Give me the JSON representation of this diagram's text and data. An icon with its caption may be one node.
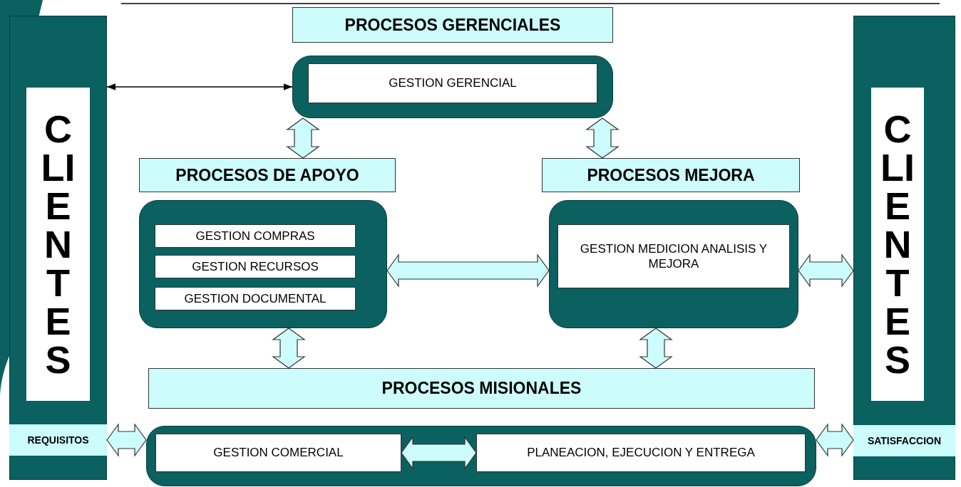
{
  "diagram": {
    "nodes": [
      {
        "text": [],
        "shape": "box"
      },
      {
        "text": [
          "CLIENTES"
        ],
        "in": 0
      },
      {
        "text": [
          "REQUISITOS"
        ],
        "in": 0
      },
      {
        "text": [
          "PROCESOS GERENCIALES"
        ]
      },
      {
        "text": [],
        "shape": "box"
      },
      {
        "text": [
          "GESTION GERENCIAL"
        ],
        "in": 4
      },
      {
        "text": [
          "PROCESOS DE APOYO"
        ]
      },
      {
        "text": [],
        "shape": "box"
      },
      {
        "text": [
          "GESTION COMPRAS"
        ],
        "in": 7
      },
      {
        "text": [
          "GESTION RECURSOS"
        ],
        "in": 7
      },
      {
        "text": [
          "GESTION DOCUMENTAL"
        ],
        "in": 7
      },
      {
        "text": [
          "PROCESOS MEJORA"
        ]
      },
      {
        "text": [],
        "shape": "box"
      },
      {
        "text": [
          "GESTION MEDICION ANALISIS Y MEJORA"
        ],
        "in": 12
      },
      {
        "text": [
          "PROCESOS MISIONALES"
        ]
      },
      {
        "text": [],
        "shape": "box"
      },
      {
        "text": [
          "GESTION COMERCIAL"
        ],
        "in": 15
      },
      {
        "text": [
          "PLANEACION, EJECUCION Y ENTREGA"
        ],
        "in": 15
      },
      {
        "text": [],
        "shape": "box"
      },
      {
        "text": [
          "CLIENTES"
        ],
        "in": 18
      },
      {
        "text": [
          "SATISFACCION"
        ],
        "in": 18
      }
    ],
    "edges": [
      {
        "from": 0,
        "to": 4,
        "arrow": "both"
      },
      {
        "from": 4,
        "to": 6,
        "arrow": "both",
        "style": "thick"
      },
      {
        "from": 4,
        "to": 11,
        "arrow": "both",
        "style": "thick"
      },
      {
        "from": 7,
        "to": 12,
        "arrow": "both",
        "style": "thick"
      },
      {
        "from": 12,
        "to": 18,
        "arrow": "both",
        "style": "thick"
      },
      {
        "from": 7,
        "to": 14,
        "arrow": "both",
        "style": "thick"
      },
      {
        "from": 12,
        "to": 14,
        "arrow": "both",
        "style": "thick"
      },
      {
        "from": 2,
        "to": 15,
        "arrow": "both",
        "style": "thick"
      },
      {
        "from": 16,
        "to": 17,
        "arrow": "both",
        "style": "thick"
      },
      {
        "from": 15,
        "to": 20,
        "arrow": "both",
        "style": "thick"
      }
    ]
  }
}
